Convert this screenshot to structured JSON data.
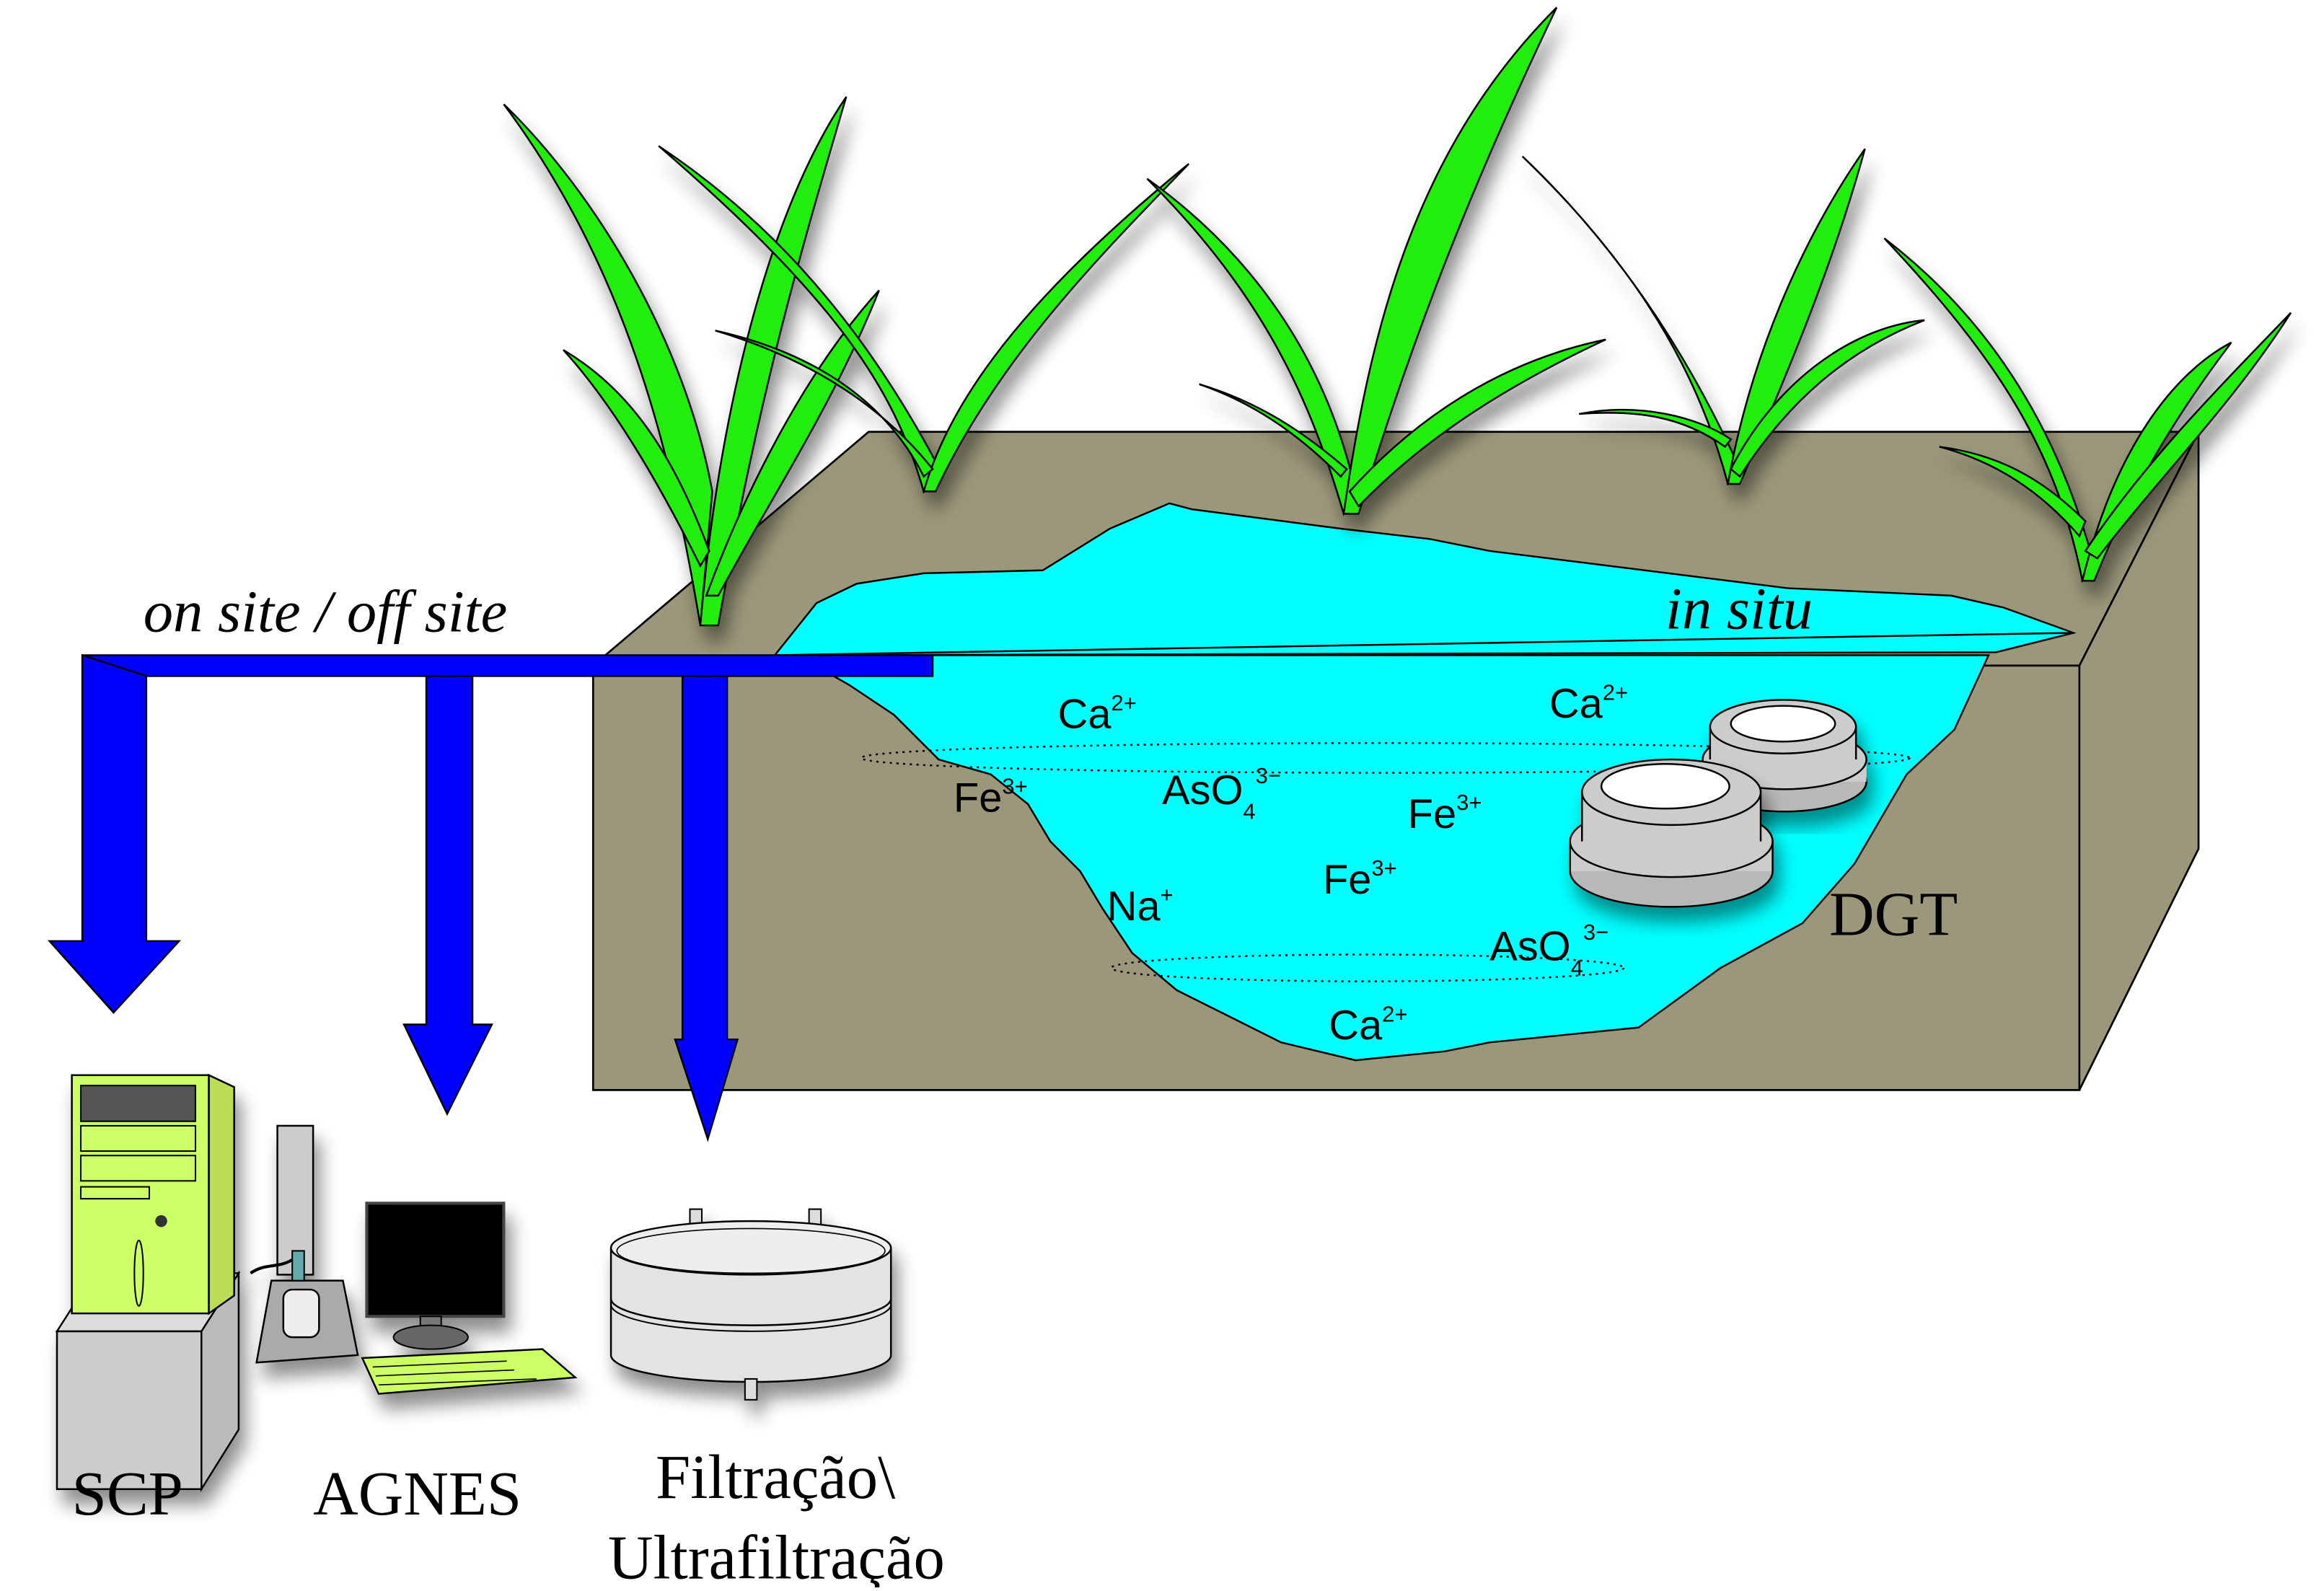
{
  "labels": {
    "transport_mode": "on site / off site",
    "in_situ": "in situ",
    "dgt": "DGT",
    "scp": "SCP",
    "agnes": "AGNES",
    "filtration_line1": "Filtração\\",
    "filtration_line2": "Ultrafiltração"
  },
  "ions": [
    {
      "base": "Ca",
      "sub": "",
      "charge": "2+"
    },
    {
      "base": "Ca",
      "sub": "",
      "charge": "2+"
    },
    {
      "base": "Fe",
      "sub": "",
      "charge": "3+"
    },
    {
      "base": "AsO",
      "sub": "4",
      "charge": "3−"
    },
    {
      "base": "Fe",
      "sub": "",
      "charge": "3+"
    },
    {
      "base": "Fe",
      "sub": "",
      "charge": "3+"
    },
    {
      "base": "Na",
      "sub": "",
      "charge": "+"
    },
    {
      "base": "AsO",
      "sub": "4",
      "charge": "3−"
    },
    {
      "base": "Ca",
      "sub": "",
      "charge": "2+"
    }
  ],
  "colors": {
    "soil": "#9a977a",
    "water": "#00ffff",
    "arrow": "#0000ff",
    "leaf": "#22ee11",
    "equipment": "#ccff66",
    "device_gray": "#cccccc"
  }
}
